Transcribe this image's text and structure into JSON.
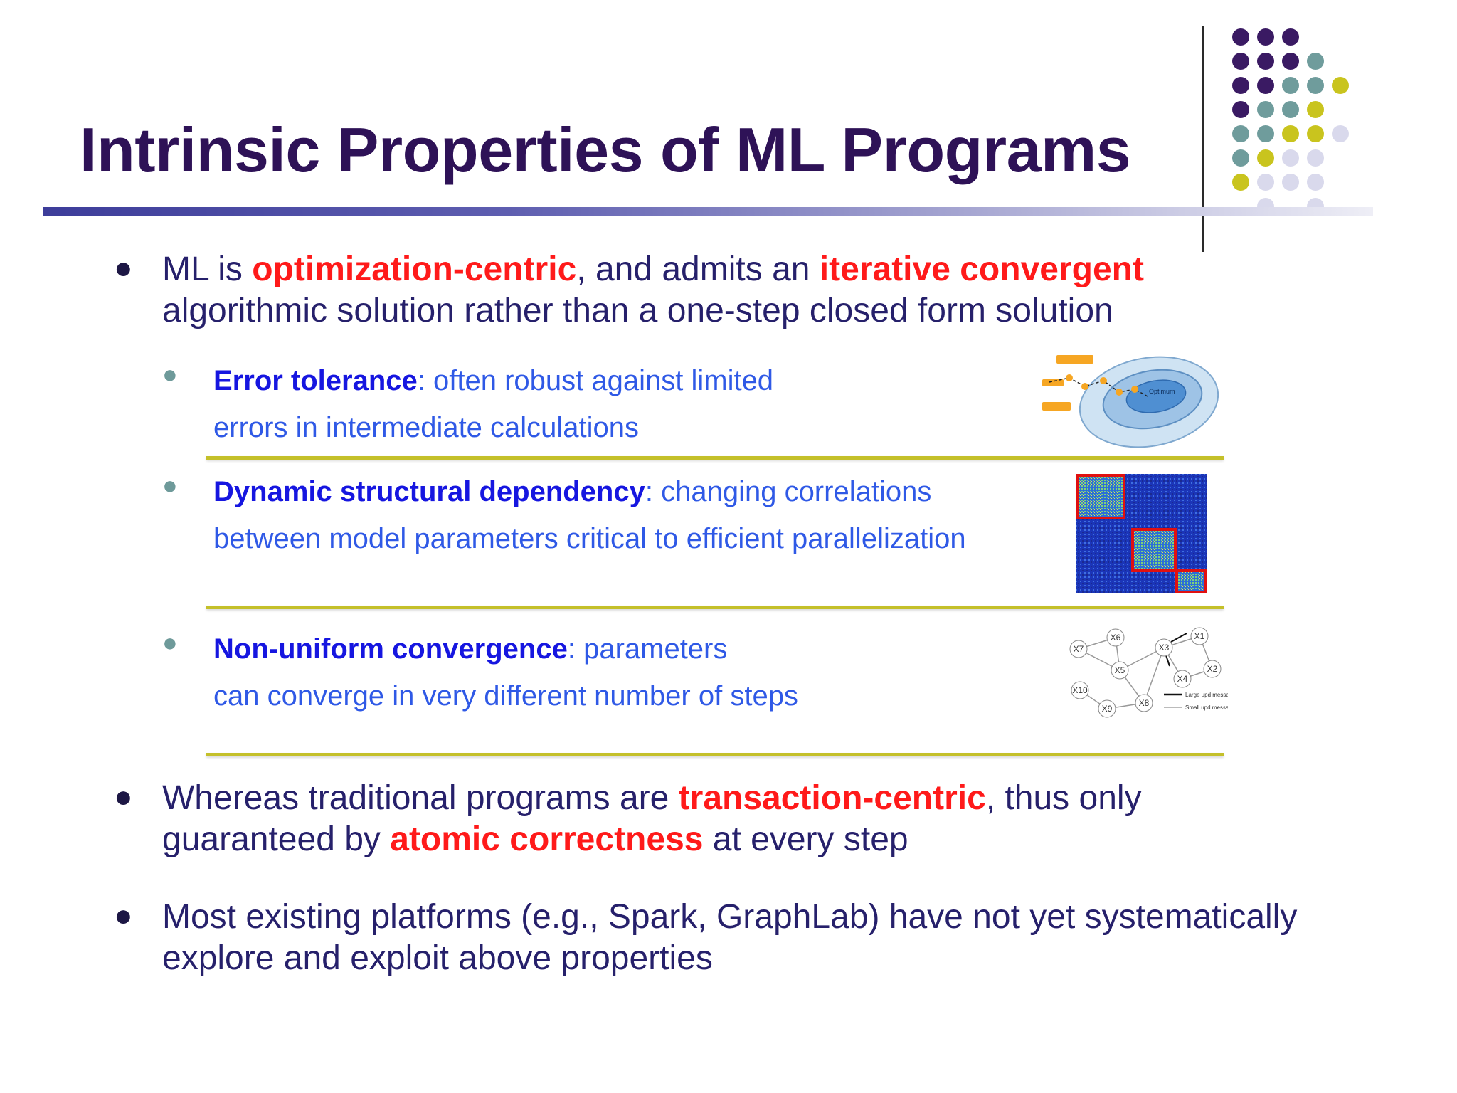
{
  "slide": {
    "title": "Intrinsic Properties of ML Programs",
    "bullets": [
      {
        "pre": "ML is ",
        "kw1": "optimization-centric",
        "mid": ", and admits an ",
        "kw2": "iterative convergent",
        "line2": "algorithmic solution rather than a one-step closed form solution"
      },
      {
        "pre": "Whereas traditional programs are ",
        "kw1": "transaction-centric",
        "mid": ", thus only",
        "line2_pre": "guaranteed by ",
        "kw2": "atomic correctness",
        "line2_post": " at every step"
      },
      {
        "line1": "Most existing platforms (e.g., Spark, GraphLab) have not yet systematically",
        "line2": "explore and exploit above properties"
      }
    ],
    "subbullets": [
      {
        "term": "Error tolerance",
        "rest": ": often robust against limited",
        "line2": "errors in intermediate calculations"
      },
      {
        "term": "Dynamic structural dependency",
        "rest": ": changing correlations",
        "line2": "between model parameters critical to efficient parallelization"
      },
      {
        "term": "Non-uniform convergence",
        "rest": ": parameters",
        "line2": "can converge in very different number of steps"
      }
    ],
    "figures": {
      "optimum_label": "Optimum",
      "graph_nodes": [
        "X7",
        "X6",
        "X5",
        "X3",
        "X1",
        "X2",
        "X4",
        "X10",
        "X9",
        "X8"
      ],
      "legend": [
        "Large upd message",
        "Small upd message"
      ]
    },
    "colors": {
      "title": "#2e1257",
      "body_text": "#26206b",
      "keyword": "#ff1a1a",
      "sub_term": "#1616e0",
      "sub_text": "#2f59e6",
      "separator": "#c4c02a",
      "dot_purple": "#3a1a63",
      "dot_teal": "#6f9c9c",
      "dot_yellow": "#c9c41e",
      "dot_lavender": "#d9d9ec"
    }
  }
}
